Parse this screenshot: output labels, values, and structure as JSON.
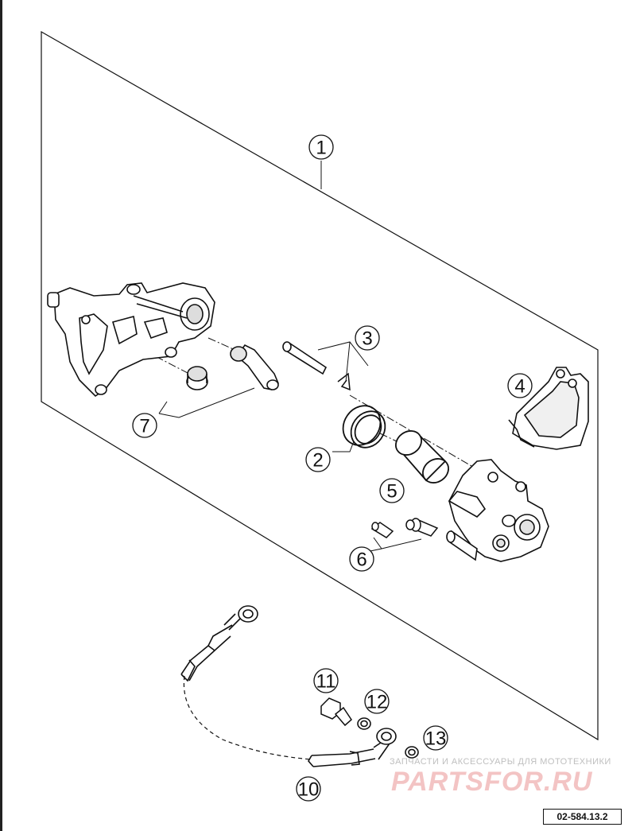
{
  "diagram": {
    "callouts": [
      "1",
      "2",
      "3",
      "4",
      "5",
      "6",
      "7",
      "10",
      "11",
      "12",
      "13"
    ],
    "reference_code": "02-584.13.2"
  },
  "watermark": {
    "subtitle": "ЗАПЧАСТИ И АКСЕССУАРЫ ДЛЯ МОТОТЕХНИКИ",
    "brand": "PARTSFOR.RU"
  },
  "colors": {
    "line": "#111111",
    "watermark_brand": "#f3c4c4",
    "watermark_text": "#bfbfbf"
  }
}
